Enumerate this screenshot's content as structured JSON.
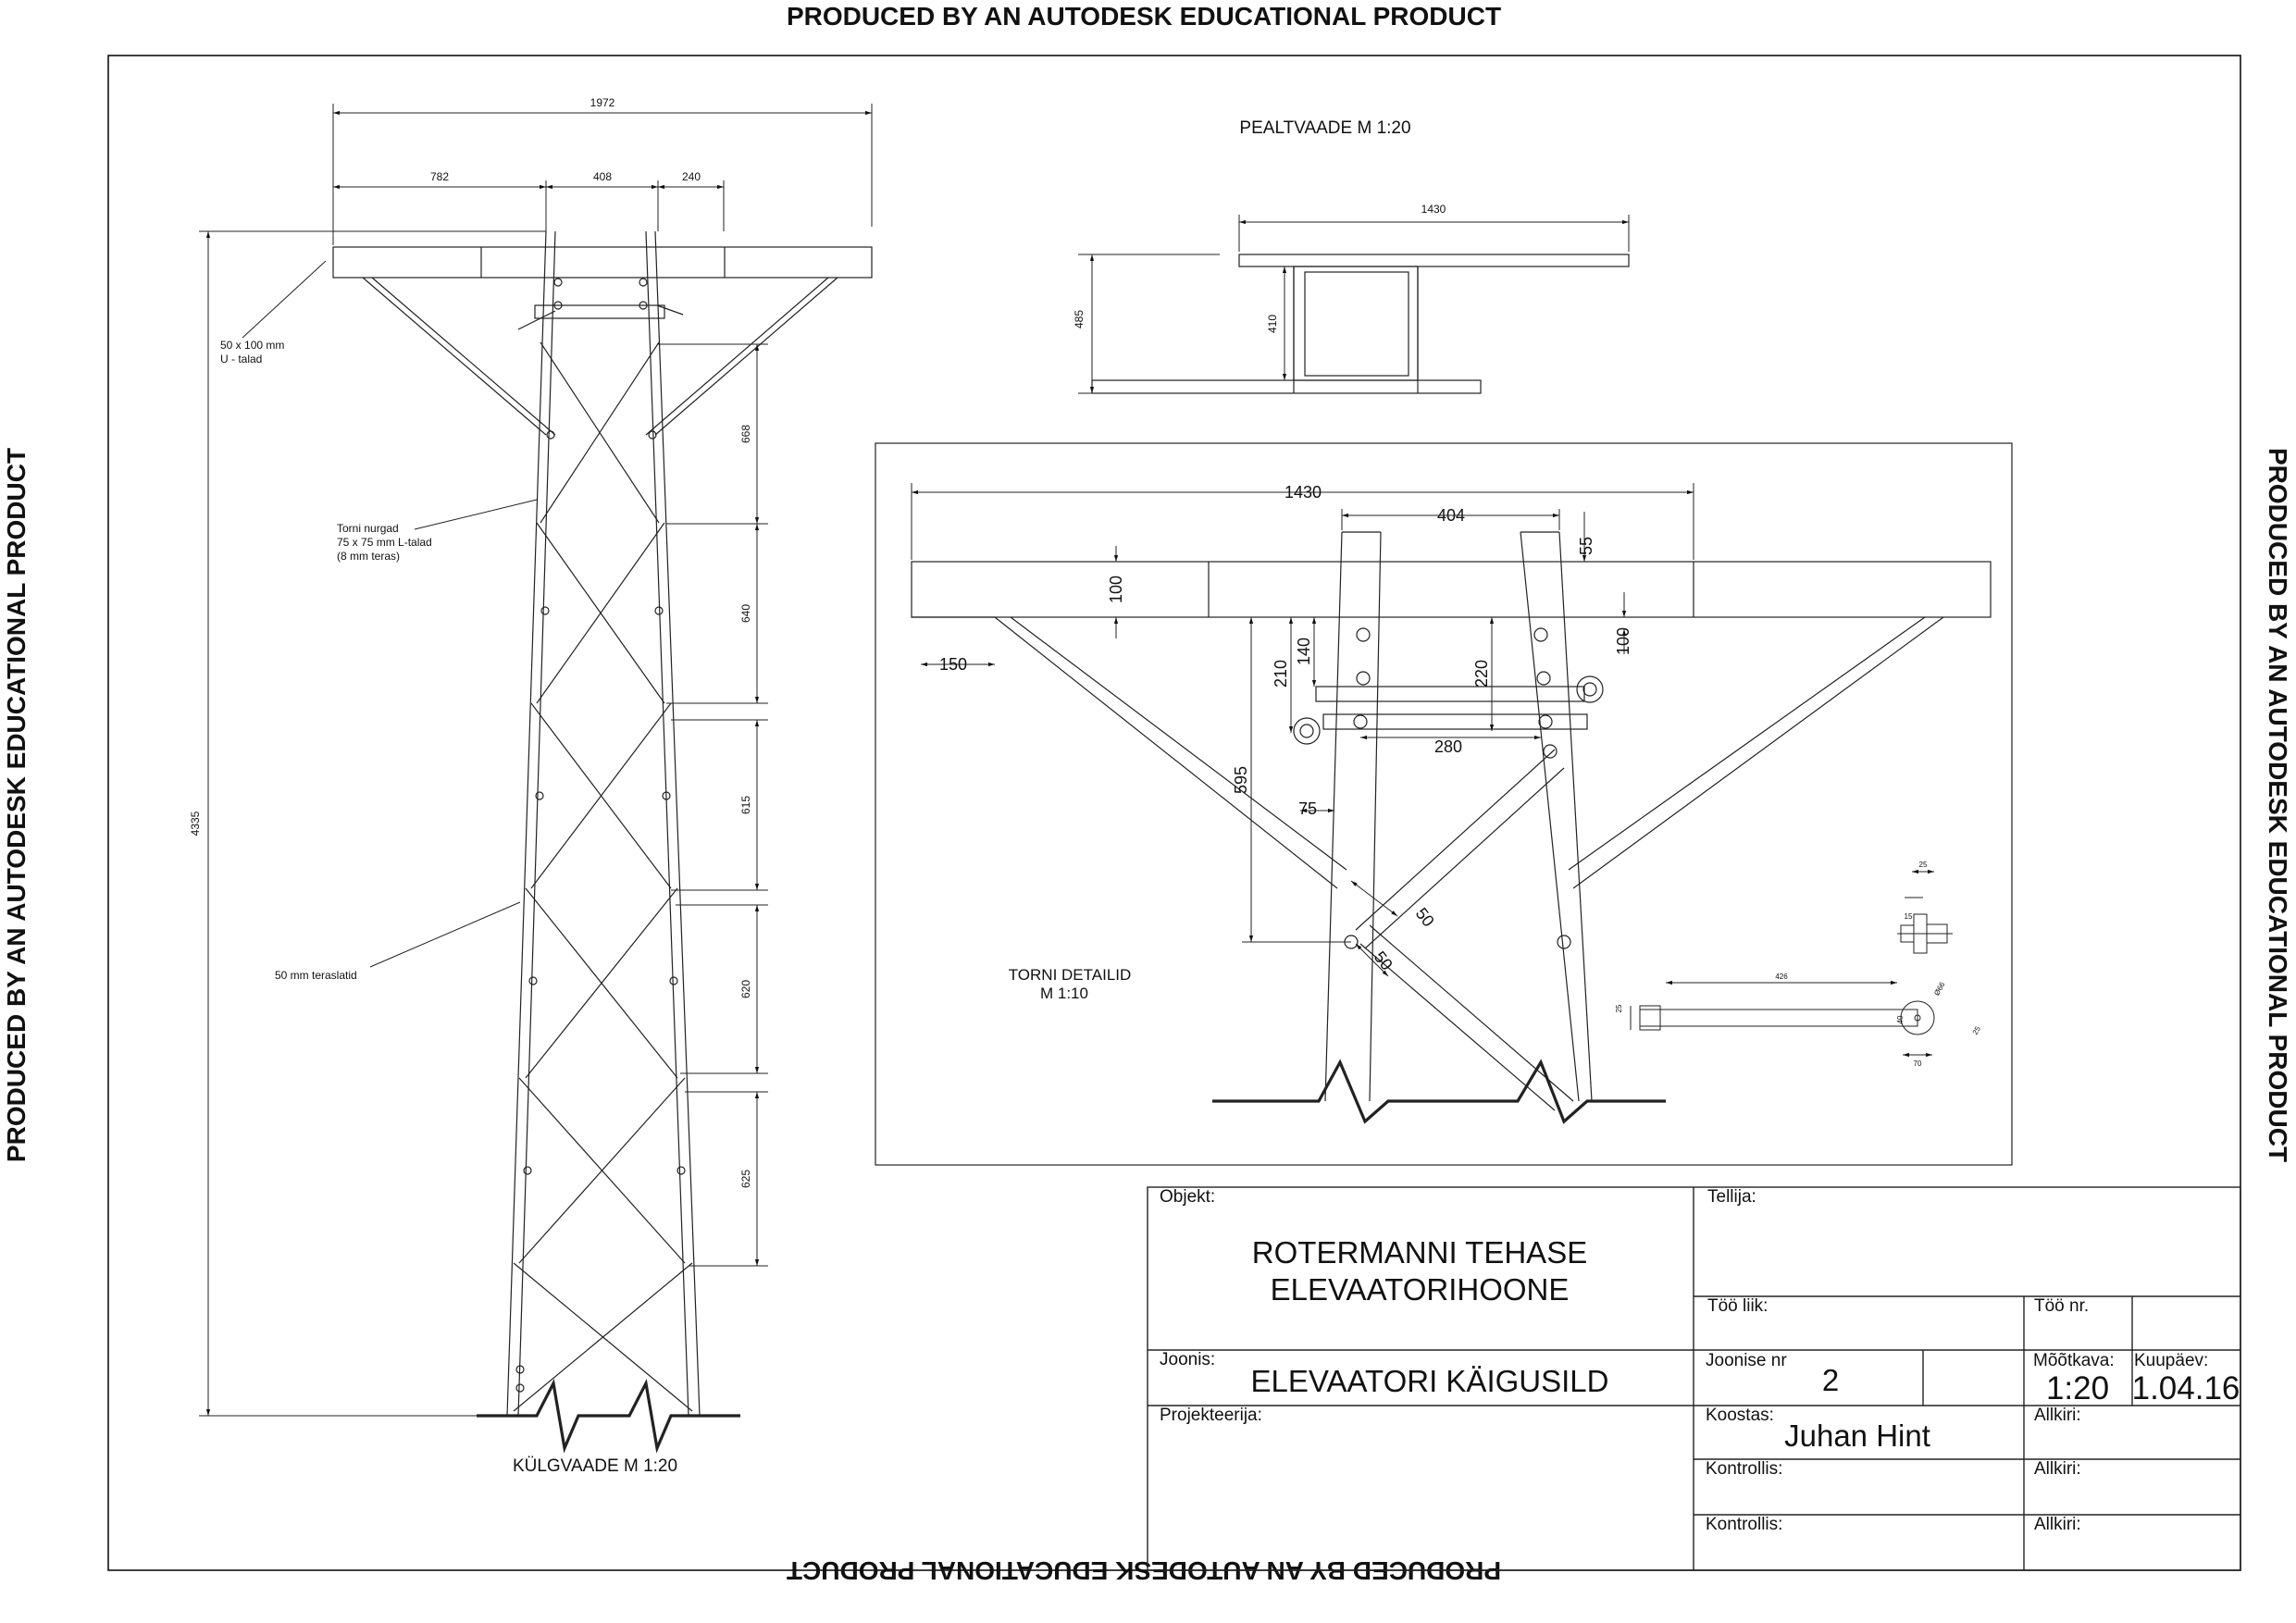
{
  "watermark": "PRODUCED BY AN AUTODESK EDUCATIONAL PRODUCT",
  "side_view": {
    "title": "KÜLGVAADE  M 1:20",
    "dims": {
      "overall_width": "1972",
      "w_left": "782",
      "w_mid": "408",
      "w_right": "240",
      "height": "4335",
      "seg1": "668",
      "seg2": "640",
      "seg3": "615",
      "seg4": "620",
      "seg5": "625"
    },
    "notes": {
      "beam_line1": "50 x 100 mm",
      "beam_line2": "U - talad",
      "corner_line1": "Torni nurgad",
      "corner_line2": "75 x 75 mm L-talad",
      "corner_line3": "(8 mm teras)",
      "bars": "50 mm teraslatid"
    }
  },
  "top_view": {
    "title": "PEALTVAADE  M 1:20",
    "dims": {
      "width": "1430",
      "depth_outer": "485",
      "depth_inner": "410"
    }
  },
  "detail_view": {
    "title_line1": "TORNI DETAILID",
    "title_line2": "M 1:10",
    "dims": {
      "width": "1430",
      "between_legs": "404",
      "top_gap": "55",
      "beam_height": "100",
      "beam_height_right": "100",
      "offset": "150",
      "d210": "210",
      "d140": "140",
      "d220": "220",
      "d280": "280",
      "d595": "595",
      "d75": "75",
      "d50a": "50",
      "d50b": "50"
    },
    "bolt": {
      "d25a": "25",
      "d15": "15",
      "length": "426",
      "d25b": "25",
      "d40": "40",
      "d66": "Ø66",
      "d70": "70",
      "d25c": "25"
    }
  },
  "title_block": {
    "objekt_label": "Objekt:",
    "objekt_line1": "ROTERMANNI TEHASE",
    "objekt_line2": "ELEVAATORIHOONE",
    "tellija_label": "Tellija:",
    "too_liik_label": "Töö liik:",
    "too_nr_label": "Töö nr.",
    "joonis_label": "Joonis:",
    "joonis_value": "ELEVAATORI KÄIGUSILD",
    "joonise_nr_label": "Joonise nr",
    "joonise_nr_value": "2",
    "mootkava_label": "Mõõtkava:",
    "mootkava_value": "1:20",
    "kuupaev_label": "Kuupäev:",
    "kuupaev_value": "1.04.16",
    "projekteerija_label": "Projekteerija:",
    "koostas_label": "Koostas:",
    "koostas_value": "Juhan Hint",
    "allkiri1_label": "Allkiri:",
    "kontrollis1_label": "Kontrollis:",
    "allkiri2_label": "Allkiri:",
    "kontrollis2_label": "Kontrollis:",
    "allkiri3_label": "Allkiri:"
  }
}
